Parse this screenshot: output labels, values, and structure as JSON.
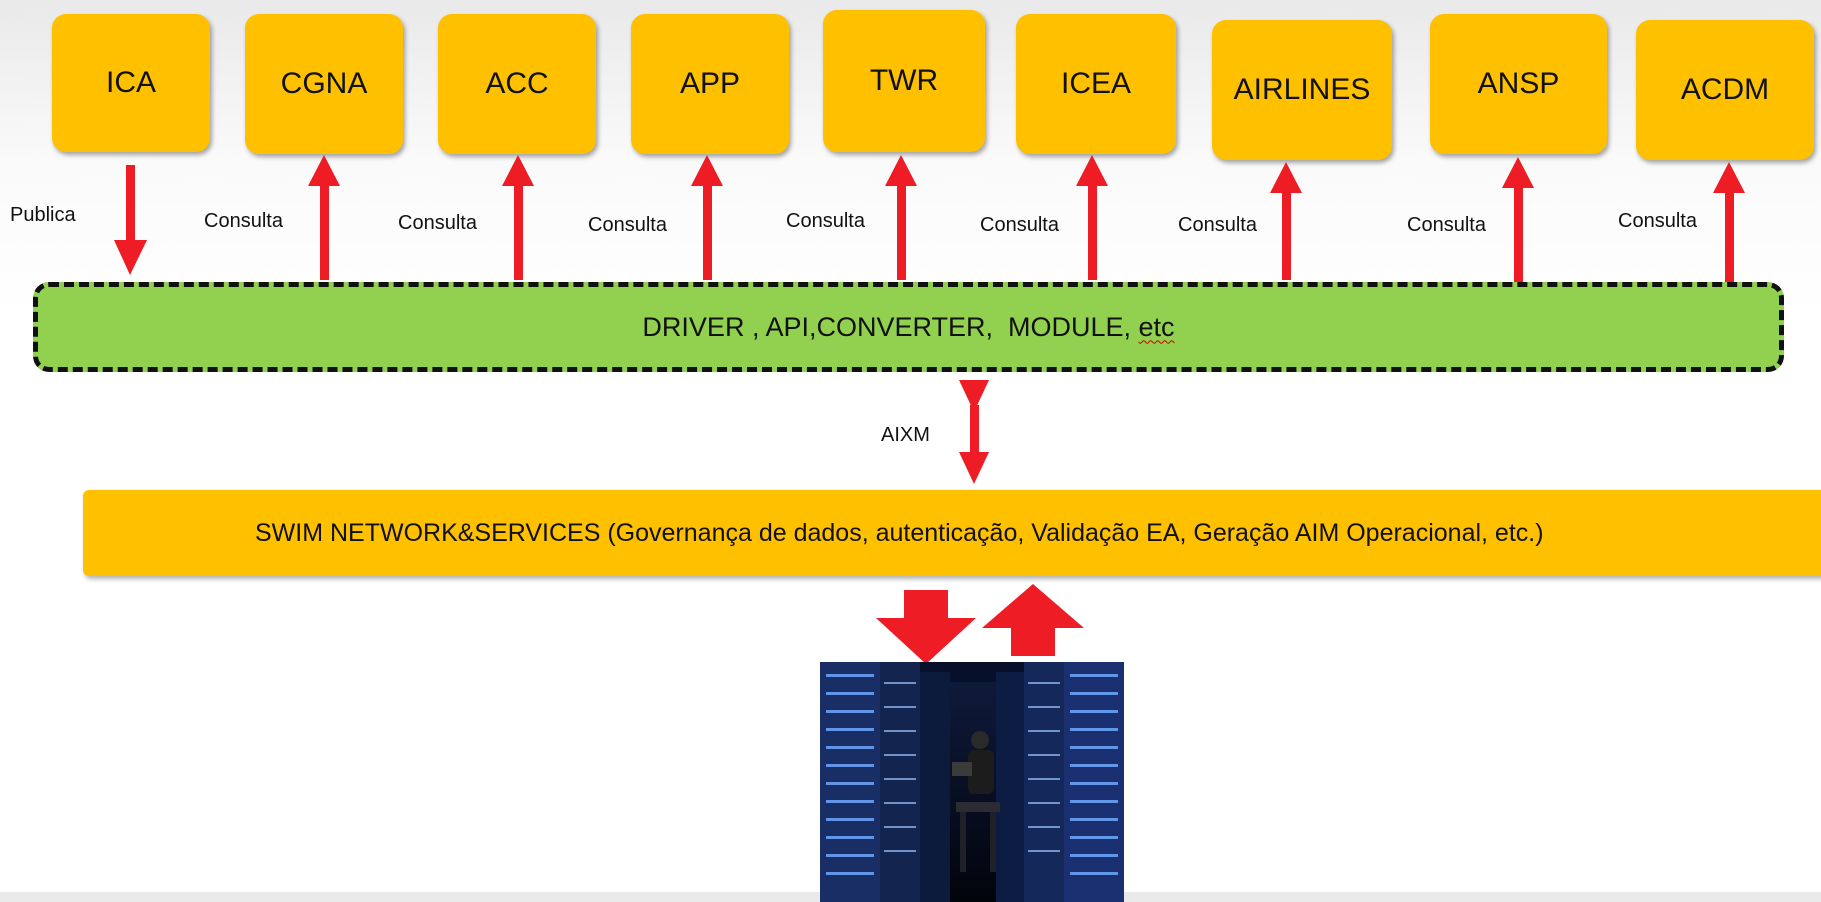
{
  "colors": {
    "box": "#ffc000",
    "bus": "#92d050",
    "arrow": "#ee1c25"
  },
  "systems": [
    {
      "id": "ica",
      "label": "ICA",
      "edge": "Publica",
      "direction": "down"
    },
    {
      "id": "cgna",
      "label": "CGNA",
      "edge": "Consulta",
      "direction": "up"
    },
    {
      "id": "acc",
      "label": "ACC",
      "edge": "Consulta",
      "direction": "up"
    },
    {
      "id": "app",
      "label": "APP",
      "edge": "Consulta",
      "direction": "up"
    },
    {
      "id": "twr",
      "label": "TWR",
      "edge": "Consulta",
      "direction": "up"
    },
    {
      "id": "icea",
      "label": "ICEA",
      "edge": "Consulta",
      "direction": "up"
    },
    {
      "id": "airlines",
      "label": "AIRLINES",
      "edge": "Consulta",
      "direction": "up"
    },
    {
      "id": "ansp",
      "label": "ANSP",
      "edge": "Consulta",
      "direction": "up"
    },
    {
      "id": "acdm",
      "label": "ACDM",
      "edge": "Consulta",
      "direction": "up"
    }
  ],
  "bus": {
    "label_main": "DRIVER , API,CONVERTER,  MODULE, ",
    "label_flagged": "etc"
  },
  "link": {
    "label": "AIXM",
    "direction": "both"
  },
  "swim": {
    "label": "SWIM NETWORK&SERVICES (Governança de dados, autenticação, Validação EA, Geração AIM Operacional, etc.)"
  },
  "datacenter": {
    "icon": "server-room-photo"
  }
}
